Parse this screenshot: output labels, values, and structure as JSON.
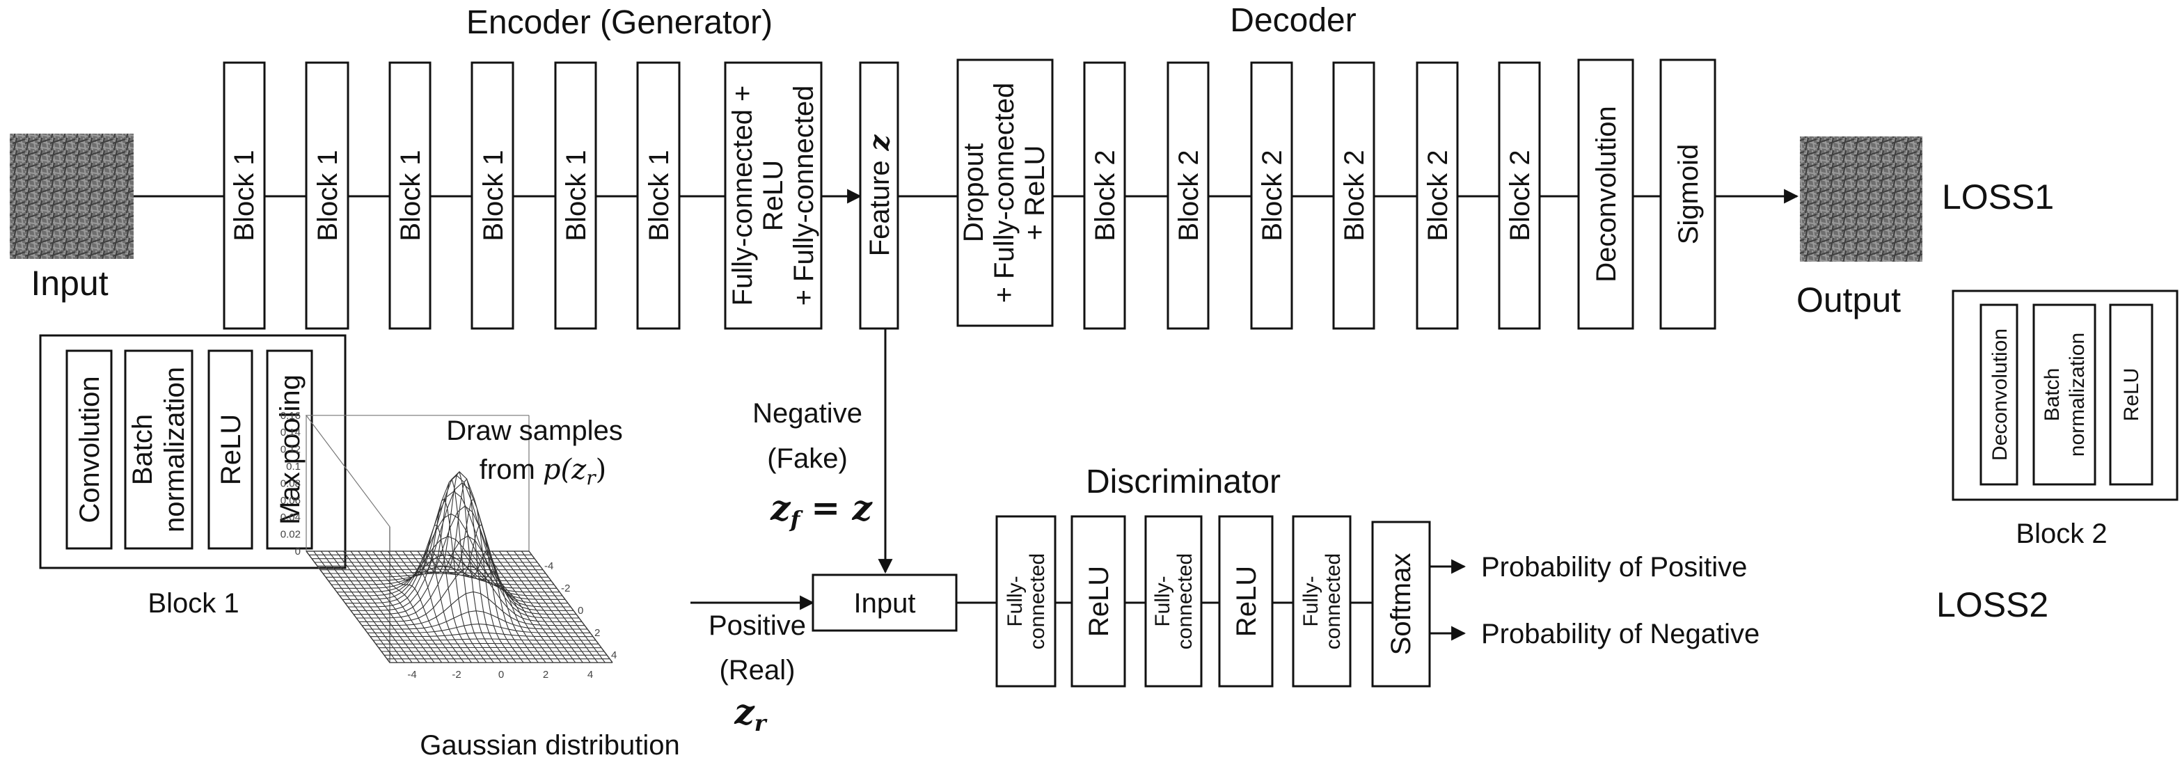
{
  "titles": {
    "encoder": "Encoder (Generator)",
    "decoder": "Decoder",
    "discriminator": "Discriminator"
  },
  "io": {
    "input": "Input",
    "output": "Output",
    "loss1": "LOSS1",
    "loss2": "LOSS2"
  },
  "encoder": {
    "blocks": [
      "Block 1",
      "Block 1",
      "Block 1",
      "Block 1",
      "Block 1",
      "Block 1"
    ],
    "fc": [
      "Fully-connected +",
      "ReLU",
      "+ Fully-connected"
    ],
    "feature": "Feature",
    "feature_symbol": "z"
  },
  "decoder": {
    "dropout": [
      "Dropout",
      "+ Fully-connected",
      "+ ReLU"
    ],
    "blocks": [
      "Block 2",
      "Block 2",
      "Block 2",
      "Block 2",
      "Block 2",
      "Block 2"
    ],
    "deconv": "Deconvolution",
    "sigmoid": "Sigmoid"
  },
  "block1_legend": {
    "label": "Block 1",
    "items": [
      [
        "Convolution"
      ],
      [
        "Batch",
        "normalization"
      ],
      [
        "ReLU"
      ],
      [
        "Max pooling"
      ]
    ]
  },
  "block2_legend": {
    "label": "Block 2",
    "items": [
      [
        "Deconvolution"
      ],
      [
        "Batch",
        "normalization"
      ],
      [
        "ReLU"
      ]
    ]
  },
  "negative": {
    "line1": "Negative",
    "line2": "(Fake)",
    "eq_left": "z",
    "eq_left_sub": "f",
    "eq_right": "= z"
  },
  "positive": {
    "line1": "Positive",
    "line2": "(Real)",
    "sym": "z",
    "sym_sub": "r"
  },
  "gaussian": {
    "caption_line1": "Draw samples",
    "caption_line2_prefix": "from ",
    "caption_math": "p(z",
    "caption_math_sub": "r",
    "caption_math_end": ")",
    "label": "Gaussian distribution",
    "zticks": [
      "0.16",
      "0.14",
      "0.12",
      "0.1",
      "0.08",
      "0.06",
      "0.04",
      "0.02",
      "0"
    ],
    "xticks": [
      "-4",
      "-2",
      "0",
      "2",
      "4"
    ],
    "yticks": [
      "-4",
      "-2",
      "0",
      "2",
      "4"
    ]
  },
  "discriminator": {
    "input": "Input",
    "layers": [
      {
        "lines": [
          "Fully-",
          "connected"
        ],
        "size": "small"
      },
      {
        "lines": [
          "ReLU"
        ],
        "size": "big"
      },
      {
        "lines": [
          "Fully-",
          "connected"
        ],
        "size": "small"
      },
      {
        "lines": [
          "ReLU"
        ],
        "size": "big"
      },
      {
        "lines": [
          "Fully-",
          "connected"
        ],
        "size": "small"
      }
    ],
    "softmax": "Softmax",
    "prob_positive": "Probability of Positive",
    "prob_negative": "Probability of  Negative"
  }
}
